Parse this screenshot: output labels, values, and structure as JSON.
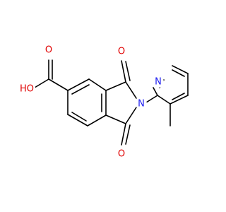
{
  "molecule": {
    "atoms": {
      "carbonyl_top_o": {
        "label": "O",
        "color": "#e00000"
      },
      "carbonyl_bottom_o": {
        "label": "O",
        "color": "#e00000"
      },
      "imide_n": {
        "label": "N",
        "color": "#1c1cf0"
      },
      "pyridine_n": {
        "label": "N",
        "color": "#1c1cf0"
      },
      "acid_oh": {
        "label": "HO",
        "color": "#e00000"
      },
      "acid_o": {
        "label": "O",
        "color": "#e00000"
      }
    }
  }
}
